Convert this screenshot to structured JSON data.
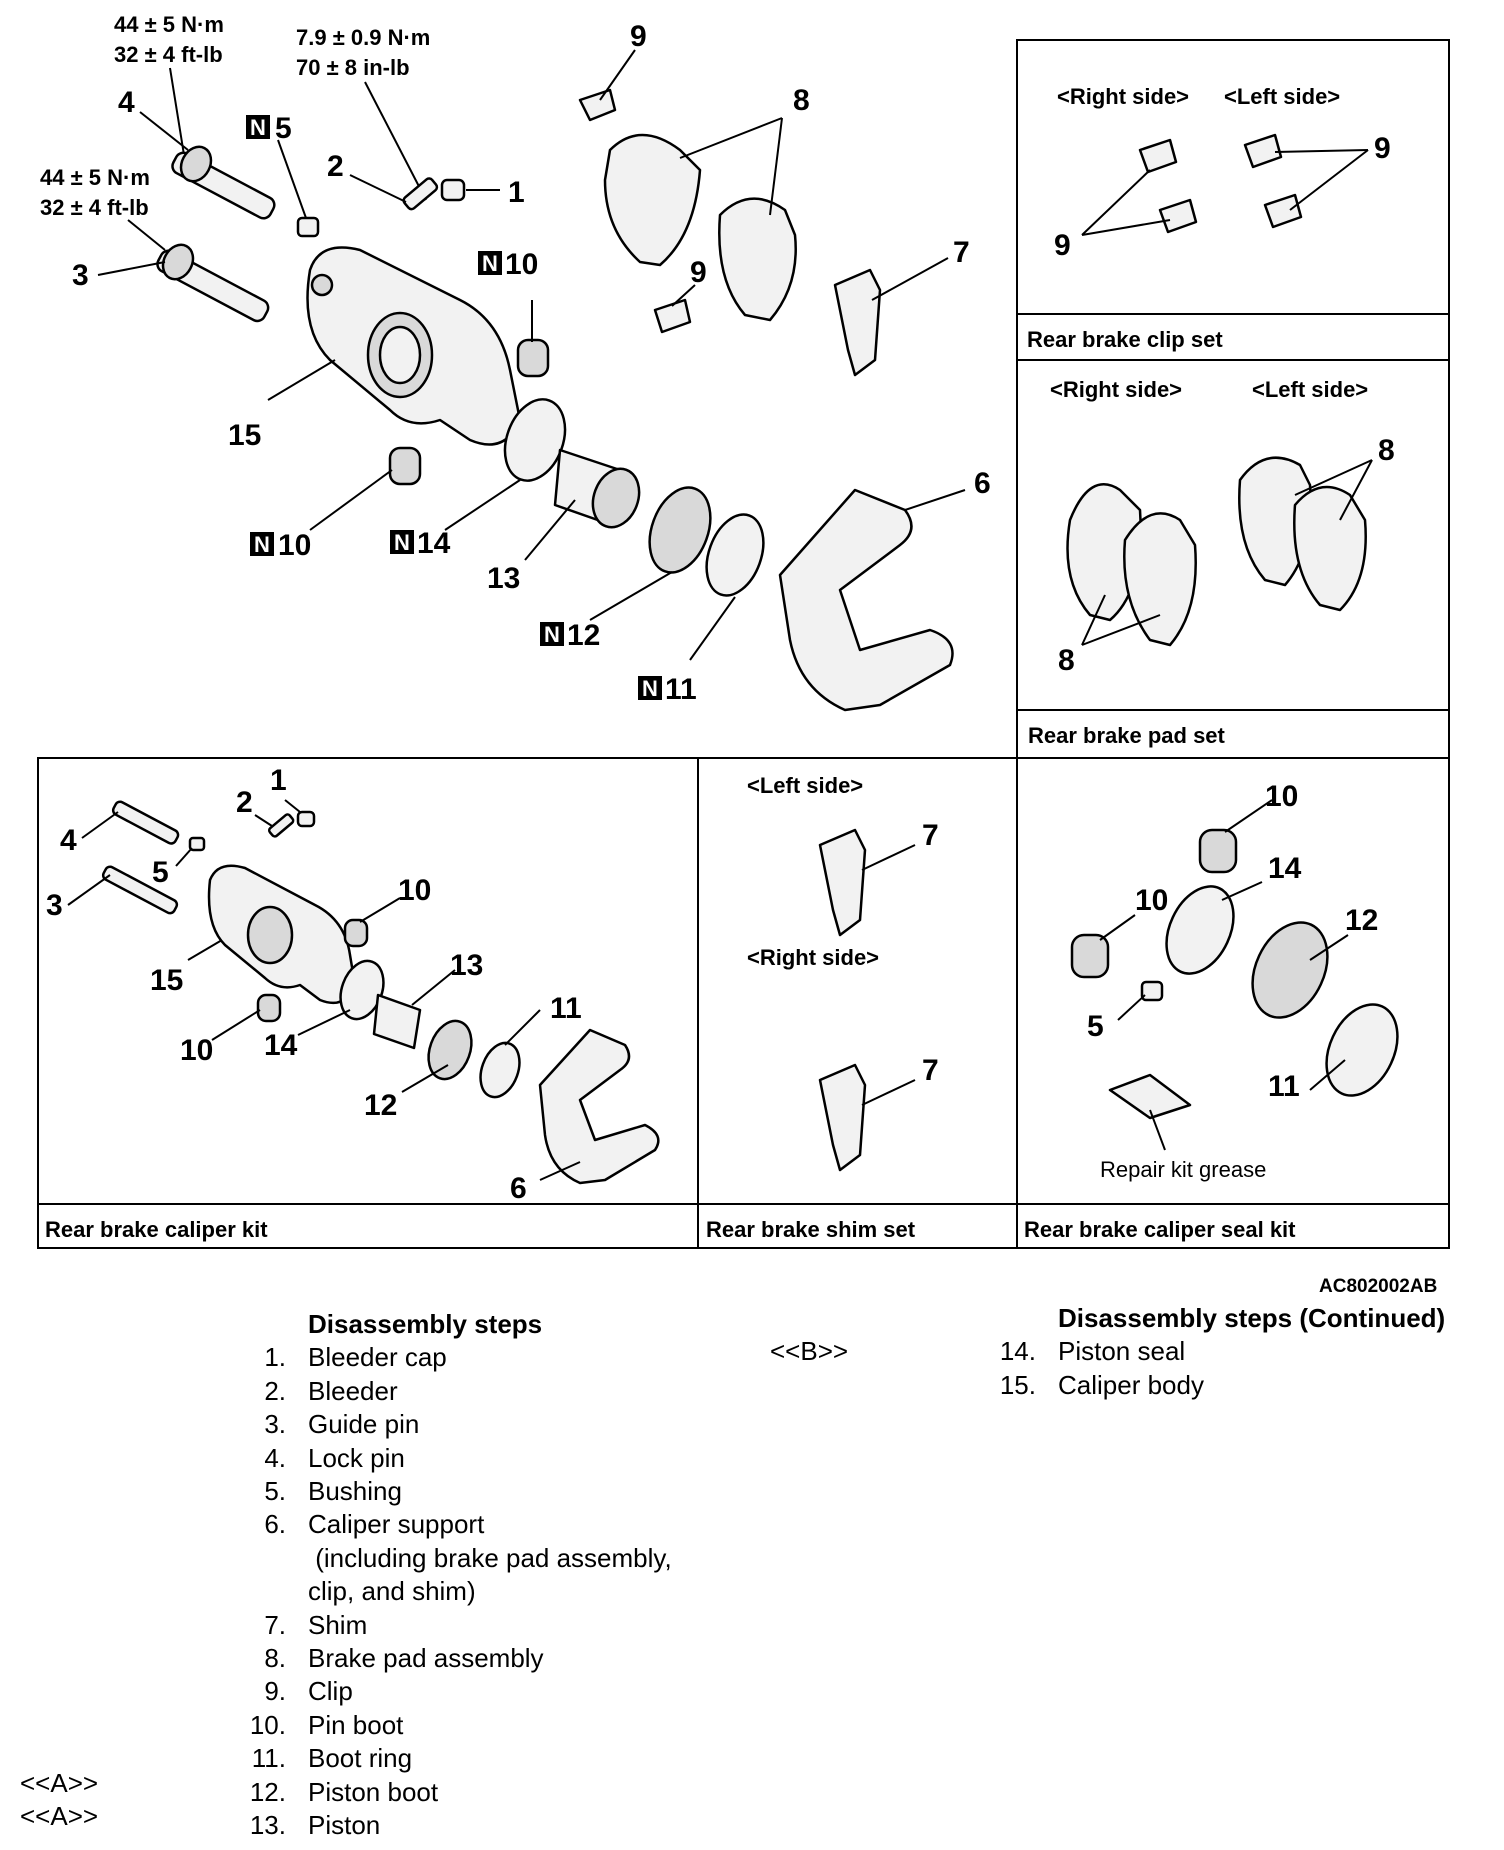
{
  "torque": {
    "lock_pin_nm": "44 ± 5 N·m",
    "lock_pin_ftlb": "32 ± 4 ft-lb",
    "guide_pin_nm": "44 ± 5 N·m",
    "guide_pin_ftlb": "32 ± 4 ft-lb",
    "bleeder_nm": "7.9 ± 0.9 N·m",
    "bleeder_inlb": "70 ± 8 in-lb"
  },
  "nmark": "N",
  "main_callouts": {
    "c1": "1",
    "c2": "2",
    "c3": "3",
    "c4": "4",
    "c5": "5",
    "c6": "6",
    "c7": "7",
    "c8": "8",
    "c9a": "9",
    "c9b": "9",
    "c10a": "10",
    "c10b": "10",
    "c11": "11",
    "c12": "12",
    "c13": "13",
    "c14": "14",
    "c15": "15"
  },
  "panels": {
    "clip_set": {
      "title": "Rear brake clip set",
      "right": "<Right side>",
      "left": "<Left side>",
      "c9r": "9",
      "c9l": "9"
    },
    "pad_set": {
      "title": "Rear brake pad set",
      "right": "<Right side>",
      "left": "<Left side>",
      "c8a": "8",
      "c8b": "8"
    },
    "caliper_kit": {
      "title": "Rear brake caliper kit",
      "c1": "1",
      "c2": "2",
      "c3": "3",
      "c4": "4",
      "c5": "5",
      "c6": "6",
      "c10a": "10",
      "c10b": "10",
      "c11": "11",
      "c12": "12",
      "c13": "13",
      "c14": "14",
      "c15": "15"
    },
    "shim_set": {
      "title": "Rear brake shim set",
      "left": "<Left side>",
      "right": "<Right side>",
      "c7a": "7",
      "c7b": "7"
    },
    "seal_kit": {
      "title": "Rear brake caliper seal kit",
      "c10a": "10",
      "c10b": "10",
      "c14": "14",
      "c12": "12",
      "c5": "5",
      "c11": "11",
      "grease": "Repair kit grease"
    }
  },
  "figure_id": "AC802002AB",
  "steps": {
    "heading": "Disassembly steps",
    "heading_cont": "Disassembly steps (Continued)",
    "items": [
      {
        "num": "1.",
        "text": "Bleeder cap"
      },
      {
        "num": "2.",
        "text": "Bleeder"
      },
      {
        "num": "3.",
        "text": "Guide pin"
      },
      {
        "num": "4.",
        "text": "Lock pin"
      },
      {
        "num": "5.",
        "text": "Bushing"
      },
      {
        "num": "6.",
        "text": "Caliper support"
      },
      {
        "num": "",
        "text": " (including brake pad assembly,"
      },
      {
        "num": "",
        "text": "clip, and shim)"
      },
      {
        "num": "7.",
        "text": "Shim"
      },
      {
        "num": "8.",
        "text": "Brake pad assembly"
      },
      {
        "num": "9.",
        "text": "Clip"
      },
      {
        "num": "10.",
        "text": "Pin boot"
      },
      {
        "num": "11.",
        "text": "Boot ring"
      },
      {
        "num": "12.",
        "text": "Piston boot"
      },
      {
        "num": "13.",
        "text": "Piston"
      }
    ],
    "items_cont": [
      {
        "num": "14.",
        "text": "Piston seal"
      },
      {
        "num": "15.",
        "text": "Caliper body"
      }
    ],
    "ref_a1": "<<A>>",
    "ref_a2": "<<A>>",
    "ref_b": "<<B>>"
  }
}
